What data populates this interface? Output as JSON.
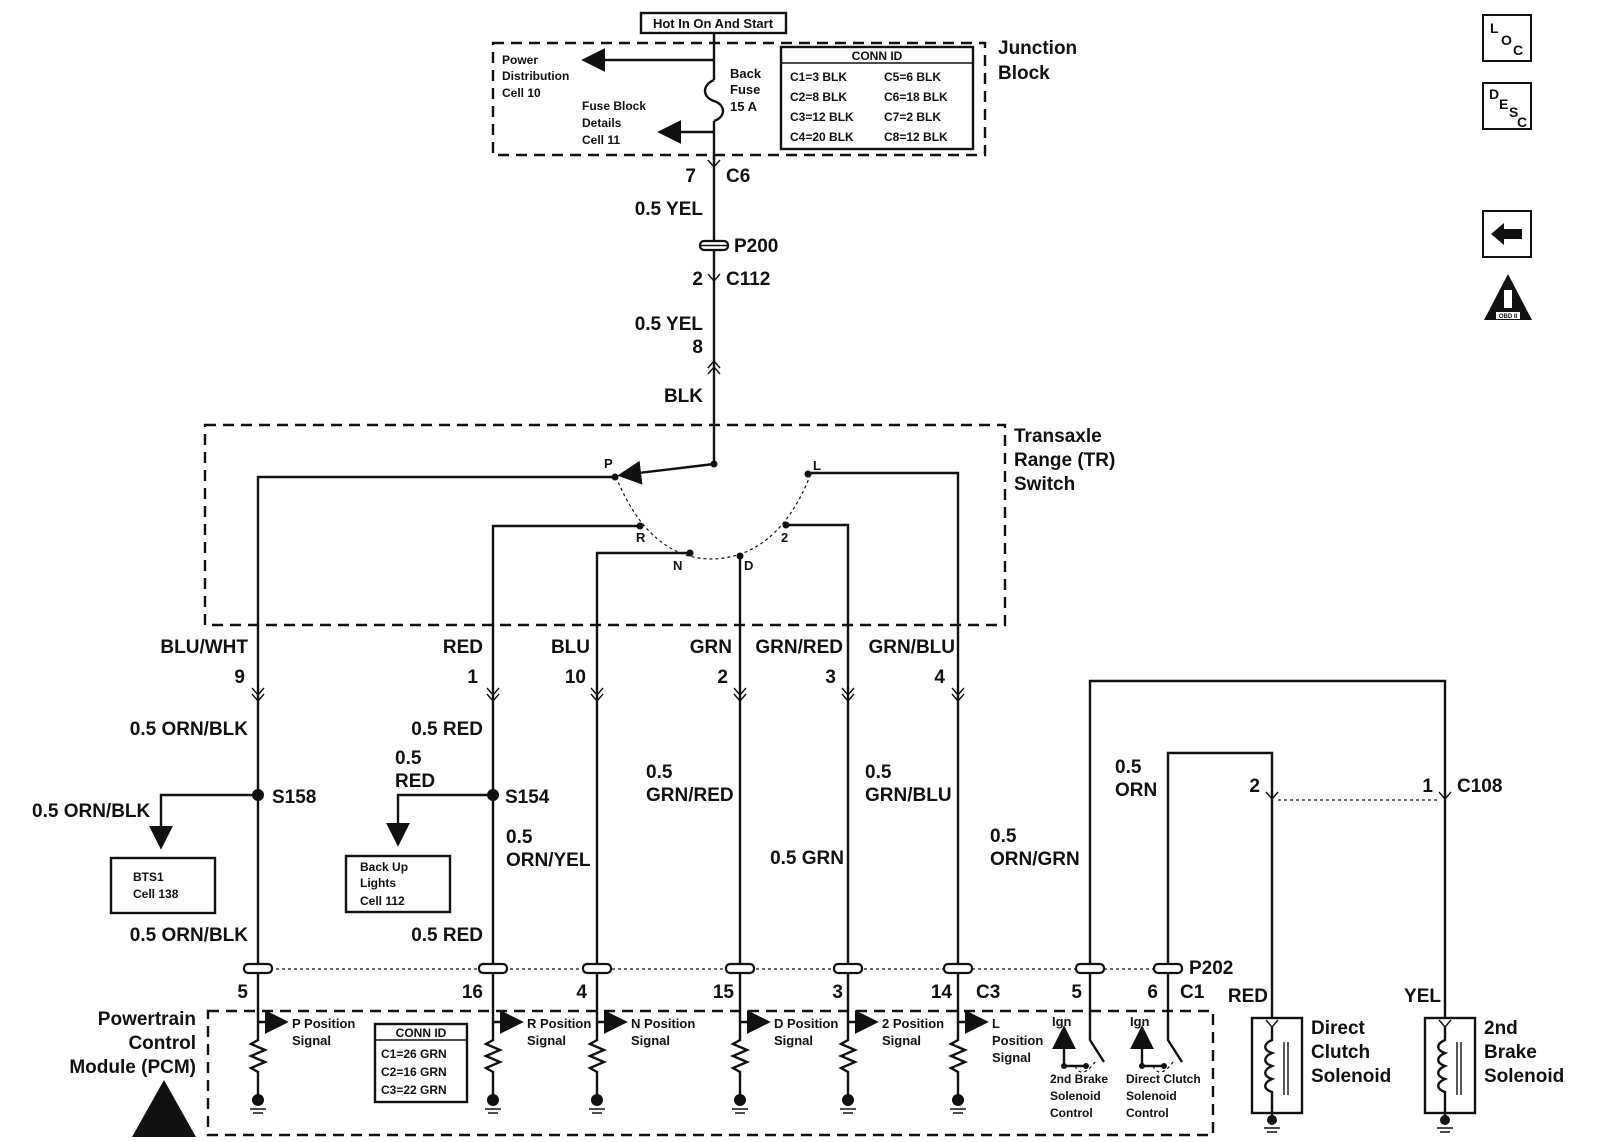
{
  "nav": {
    "loc": {
      "l": "L",
      "o": "O",
      "c": "C"
    },
    "desc": {
      "d": "D",
      "e": "E",
      "s": "S",
      "c": "C"
    },
    "obd_label": "OBD II"
  },
  "junction_block": {
    "supply": "Hot In On And Start",
    "title_line1": "Junction",
    "title_line2": "Block",
    "fuse": [
      "Back",
      "Fuse",
      "15 A"
    ],
    "power_dist": [
      "Power",
      "Distribution",
      "Cell 10"
    ],
    "fuse_block": [
      "Fuse Block",
      "Details",
      "Cell 11"
    ],
    "conn_id_title": "CONN ID",
    "conn_ids": [
      "C1=3 BLK",
      "C5=6 BLK",
      "C2=8 BLK",
      "C6=18 BLK",
      "C3=12 BLK",
      "C7=2 BLK",
      "C4=20 BLK",
      "C8=12 BLK"
    ]
  },
  "upper_wiring": {
    "pin_7": "7",
    "c6": "C6",
    "wire1": "0.5 YEL",
    "p200": "P200",
    "pin_2": "2",
    "c112": "C112",
    "wire2": "0.5 YEL",
    "pin_8": "8",
    "blk": "BLK"
  },
  "tr_switch": {
    "title": [
      "Transaxle",
      "Range (TR)",
      "Switch"
    ],
    "positions": [
      "P",
      "R",
      "N",
      "D",
      "2",
      "L"
    ],
    "wire_colors": [
      "BLU/WHT",
      "RED",
      "BLU",
      "GRN",
      "GRN/RED",
      "GRN/BLU"
    ],
    "pins": [
      "9",
      "1",
      "10",
      "2",
      "3",
      "4"
    ]
  },
  "harness": {
    "w1_top": "0.5 ORN/BLK",
    "splice1": "S158",
    "branch1": "0.5 ORN/BLK",
    "bts": [
      "BTS1",
      "Cell 138"
    ],
    "w1_bottom": "0.5 ORN/BLK",
    "w2_top": "0.5 RED",
    "branch2": [
      "0.5",
      "RED"
    ],
    "splice2": "S154",
    "backup": [
      "Back Up",
      "Lights",
      "Cell 112"
    ],
    "w2_bottom": "0.5 RED",
    "w3": [
      "0.5",
      "ORN/YEL"
    ],
    "w4": [
      "0.5",
      "GRN/RED"
    ],
    "w5_top": [
      "0.5",
      "GRN/BLU"
    ],
    "w5_bottom": "0.5 GRN",
    "w7": [
      "0.5",
      "ORN/GRN"
    ],
    "w8": [
      "0.5",
      "ORN"
    ],
    "c108_pin2": "2",
    "c108_pin1": "1",
    "c108": "C108",
    "p202": "P202"
  },
  "pcm": {
    "title": [
      "Powertrain",
      "Control",
      "Module (PCM)"
    ],
    "pins": [
      "5",
      "16",
      "4",
      "15",
      "3",
      "14",
      "5",
      "6"
    ],
    "c3": "C3",
    "c1": "C1",
    "conn_id_title": "CONN ID",
    "conn_ids": [
      "C1=26 GRN",
      "C2=16 GRN",
      "C3=22 GRN"
    ],
    "signals": {
      "p": [
        "P Position",
        "Signal"
      ],
      "r": [
        "R Position",
        "Signal"
      ],
      "n": [
        "N Position",
        "Signal"
      ],
      "d": [
        "D Position",
        "Signal"
      ],
      "two": [
        "2 Position",
        "Signal"
      ],
      "l": [
        "L",
        "Position",
        "Signal"
      ]
    },
    "ign": "Ign",
    "brake_ctrl": [
      "2nd Brake",
      "Solenoid",
      "Control"
    ],
    "clutch_ctrl": [
      "Direct Clutch",
      "Solenoid",
      "Control"
    ]
  },
  "solenoids": {
    "direct_wire": "RED",
    "direct": [
      "Direct",
      "Clutch",
      "Solenoid"
    ],
    "brake_wire": "YEL",
    "brake": [
      "2nd",
      "Brake",
      "Solenoid"
    ]
  }
}
